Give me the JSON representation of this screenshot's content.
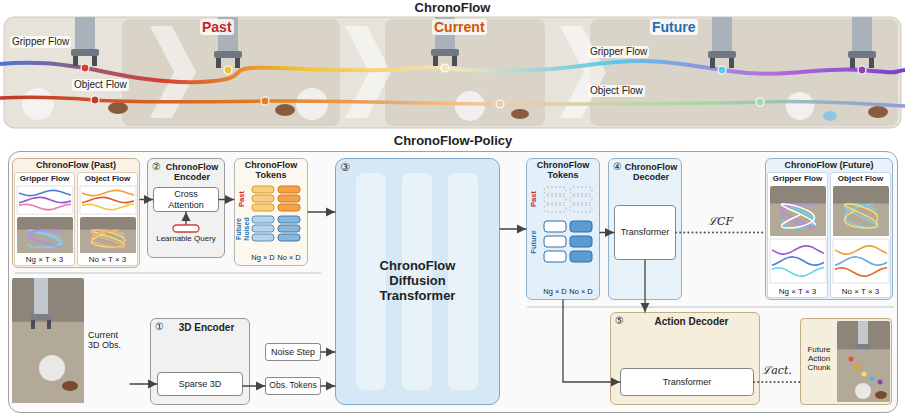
{
  "diagram": {
    "title": "ChronoFlow",
    "nodes": [
      {
        "text": [
          "ChronoFlow-Policy"
        ]
      },
      {
        "text": [
          "ChronoFlow (Past)"
        ],
        "in": 0
      },
      {
        "text": [
          "Gripper Flow",
          "Ng × T × 3"
        ],
        "in": 1
      },
      {
        "text": [
          "Object Flow",
          "No × T × 3"
        ],
        "in": 1
      },
      {
        "text": [
          "②",
          "ChronoFlow Encoder"
        ],
        "in": 0
      },
      {
        "text": [
          "Cross Attention"
        ],
        "in": 4
      },
      {
        "text": [
          "Learnable Query"
        ],
        "in": 4
      },
      {
        "text": [
          "ChronoFlow Tokens",
          "Past",
          "Future Noised",
          "Ng × D",
          "No × D"
        ],
        "in": 0
      },
      {
        "text": [
          "③",
          "ChronoFlow Diffusion Transformer"
        ],
        "in": 0
      },
      {
        "text": [
          "ChronoFlow Tokens",
          "Past",
          "Future",
          "Ng × D",
          "No × D"
        ],
        "in": 0
      },
      {
        "text": [
          "④",
          "ChronoFlow Decoder"
        ],
        "in": 0
      },
      {
        "text": [
          "Transformer"
        ],
        "in": 10
      },
      {
        "text": [
          "ChronoFlow (Future)"
        ],
        "in": 0
      },
      {
        "text": [
          "Gripper Flow",
          "Ng × T × 3"
        ],
        "in": 12
      },
      {
        "text": [
          "Object Flow",
          "No × T × 3"
        ],
        "in": 12
      },
      {
        "text": [
          "Current 3D Obs."
        ],
        "in": 0
      },
      {
        "text": [
          "①",
          "3D Encoder"
        ],
        "in": 0
      },
      {
        "text": [
          "Sparse 3D"
        ],
        "in": 16
      },
      {
        "text": [
          "Noise Step"
        ],
        "in": 0
      },
      {
        "text": [
          "Obs. Tokens"
        ],
        "in": 0
      },
      {
        "text": [
          "⑤",
          "Action Decoder"
        ],
        "in": 0
      },
      {
        "text": [
          "Transformer"
        ],
        "in": 20
      },
      {
        "text": [
          "Future Action Chunk"
        ],
        "in": 0
      }
    ],
    "edges": [
      {
        "from": 1,
        "to": 5,
        "arrow": "to"
      },
      {
        "from": 6,
        "to": 5,
        "arrow": "to"
      },
      {
        "from": 5,
        "to": 7,
        "arrow": "to"
      },
      {
        "from": 7,
        "to": 8,
        "arrow": "to"
      },
      {
        "from": 8,
        "to": 9,
        "arrow": "to"
      },
      {
        "from": 9,
        "to": 11,
        "arrow": "to"
      },
      {
        "from": 11,
        "to": 12,
        "arrow": "none",
        "label": "ℒCF"
      },
      {
        "from": 11,
        "to": 20,
        "arrow": "to"
      },
      {
        "from": 15,
        "to": 17,
        "arrow": "to"
      },
      {
        "from": 17,
        "to": 19,
        "arrow": "to"
      },
      {
        "from": 18,
        "to": 8,
        "arrow": "to"
      },
      {
        "from": 19,
        "to": 8,
        "arrow": "to"
      },
      {
        "from": 9,
        "to": 21,
        "arrow": "to"
      },
      {
        "from": 21,
        "to": 22,
        "arrow": "none",
        "label": "ℒact."
      }
    ],
    "labels": [
      "Gripper Flow",
      "Past",
      "Object Flow",
      "Current",
      "Future",
      "Gripper Flow",
      "Object Flow"
    ]
  }
}
